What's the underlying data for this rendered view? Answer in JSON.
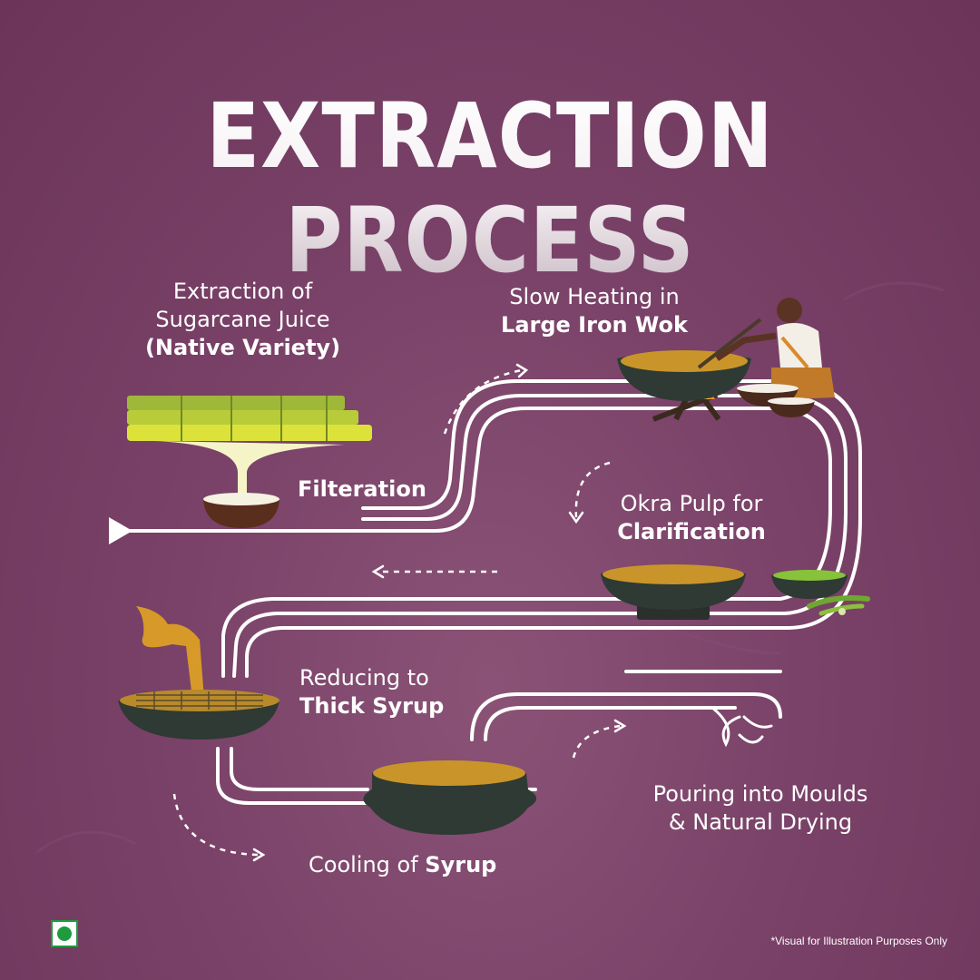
{
  "title": "EXTRACTION PROCESS",
  "steps": {
    "extraction": {
      "line1": "Extraction of",
      "line2": "Sugarcane Juice",
      "line3": "(Native Variety)"
    },
    "filteration": {
      "bold": "Filteration"
    },
    "heating": {
      "line1": "Slow Heating in",
      "bold": "Large Iron Wok"
    },
    "okra": {
      "line1": "Okra Pulp for",
      "bold": "Clarification"
    },
    "reducing": {
      "line1": "Reducing to",
      "bold": "Thick Syrup"
    },
    "cooling": {
      "prefix": "Cooling of ",
      "bold": "Syrup"
    },
    "pouring": {
      "line1": "Pouring into Moulds",
      "line2": "& Natural Drying"
    }
  },
  "disclaimer": "*Visual for Illustration Purposes Only",
  "colors": {
    "background": "#7a4268",
    "path": "#ffffff",
    "wok": "#2e3a33",
    "syrup": "#c9952a",
    "cane": "#c8d83a",
    "okra": "#7bb33a",
    "veg_mark": "#1f9a3e"
  },
  "icons": [
    "sugarcane-icon",
    "coconut-bowl-icon",
    "wok-fire-icon",
    "person-stirring-icon",
    "okra-bowl-icon",
    "pouring-wok-icon",
    "cooling-pot-icon",
    "moulds-icon",
    "veg-mark-icon"
  ]
}
